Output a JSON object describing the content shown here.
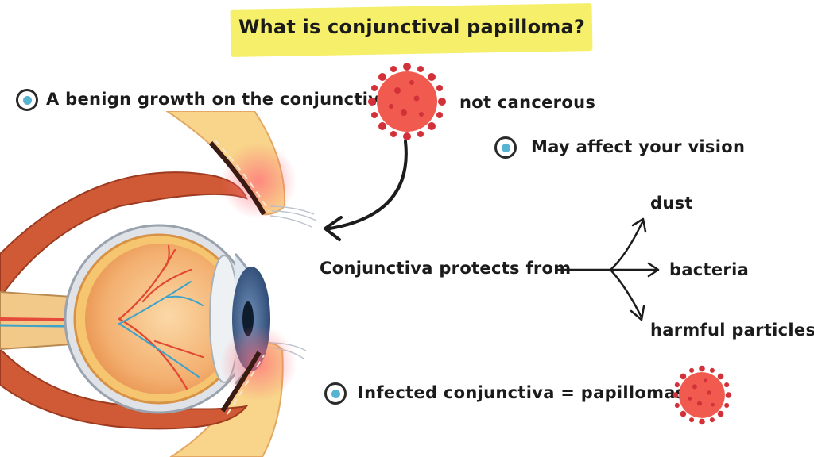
{
  "title": "What is conjunctival papilloma?",
  "facts": {
    "benign_growth": "A benign growth on the conjunctiva",
    "not_cancerous": "not cancerous",
    "affects_vision": "May affect your vision",
    "infected": "Infected conjunctiva = papillomas"
  },
  "protection": {
    "label": "Conjunctiva protects from",
    "items": [
      "dust",
      "bacteria",
      "harmful particles"
    ]
  },
  "icons": {
    "bullet": "bullet-icon",
    "virus": "virus-icon",
    "eye": "eye-anatomy-illustration"
  },
  "colors": {
    "banner": "#f5ef6a",
    "bullet_dot": "#56b3d2",
    "virus": "#f05a4f",
    "virus_spike": "#d2313a",
    "muscle": "#c75332",
    "iris": "#3d5d88"
  }
}
